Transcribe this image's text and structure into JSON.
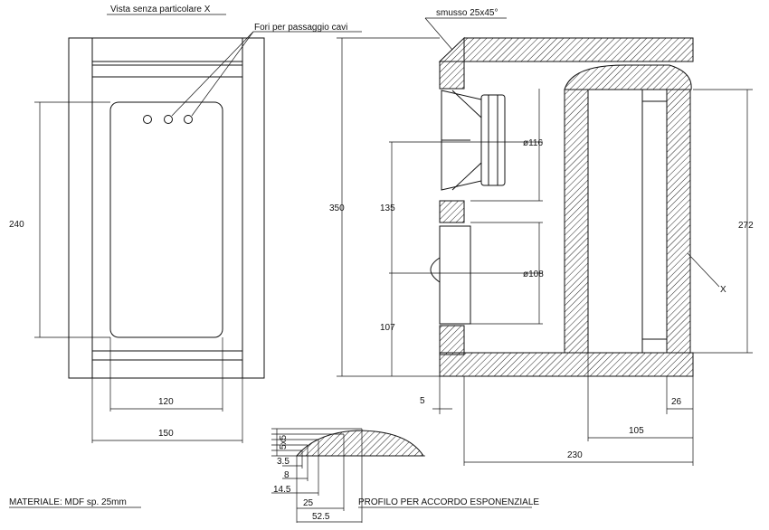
{
  "labels": {
    "front_view_title": "Vista senza particolare X",
    "cable_holes_note": "Fori per passaggio cavi",
    "chamfer_note": "smusso 25x45°",
    "woofer_diameter": "ø116",
    "tweeter_diameter": "ø108",
    "detail_marker": "X",
    "material_note": "MATERIALE: MDF sp. 25mm",
    "profile_title": "PROFILO PER ACCORDO ESPONENZIALE"
  },
  "dimensions": {
    "front_height_inner": "240",
    "front_inner_width": "120",
    "front_outer_width": "150",
    "section_height": "350",
    "driver_spacing_upper": "135",
    "driver_spacing_lower": "107",
    "port_height": "272",
    "baffle_offset": "5",
    "inner_depth": "105",
    "wall_thickness": "26",
    "total_depth": "230",
    "profile_step": "5x5",
    "profile_3_5": "3.5",
    "profile_8": "8",
    "profile_14_5": "14.5",
    "profile_25": "25",
    "profile_52_5": "52.5"
  },
  "colors": {
    "line": "#111111",
    "background": "#ffffff"
  }
}
